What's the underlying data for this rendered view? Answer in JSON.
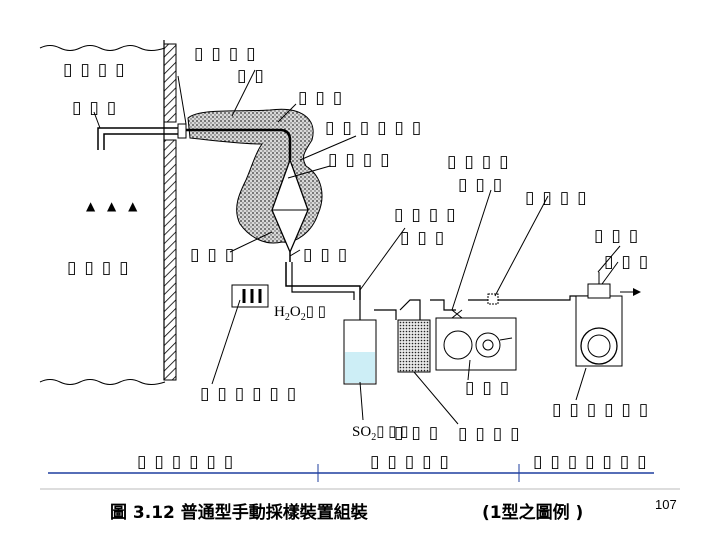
{
  "labels": {
    "l1": "▯▯▯▯",
    "l2": "▯▯▯▯",
    "l3": "▯▯",
    "l4": "▯▯▯",
    "l5": "▯▯▯",
    "l6": "▯▯▯▯▯▯",
    "l7": "▯▯▯▯",
    "l8": "▯▯▯▯",
    "l9": "▯▯▯",
    "l10": "▯▯▯▯",
    "l11": "▯▯▯▯",
    "l12": "▯▯▯",
    "l13": "▯▯▯",
    "l14": "▯▯▯",
    "l15": "▯▯▯▯",
    "l16": "▯▯▯",
    "l17": "▯▯▯",
    "l18": "▯▯▯",
    "l19": "▯▯▯▯▯▯",
    "l20": "▯▯▯",
    "l21": "▯▯▯▯▯▯",
    "l22": "▯▯▯▯",
    "l23": "▯▯▯▯▯▯",
    "l24": "▯▯▯▯▯",
    "l25": "▯▯▯▯▯▯▯"
  },
  "h2o2": {
    "prefix": "H",
    "sub1": "2",
    "mid": "O",
    "sub2": "2",
    "suffix": "▯ ▯"
  },
  "so2": {
    "prefix": "SO",
    "sub": "2",
    "suffix": "▯ ▯ ▯"
  },
  "ellipsis": "▲ ▲ ▲",
  "caption": "圖 3.12 普通型手動採樣裝置組裝",
  "caption2": "(1型之圖例 )",
  "page_number": "107",
  "colors": {
    "line": "#000000",
    "liquid": "#cdeef6",
    "arrow_blue": "#1f3f9f",
    "shade": "#bdbdbd"
  }
}
